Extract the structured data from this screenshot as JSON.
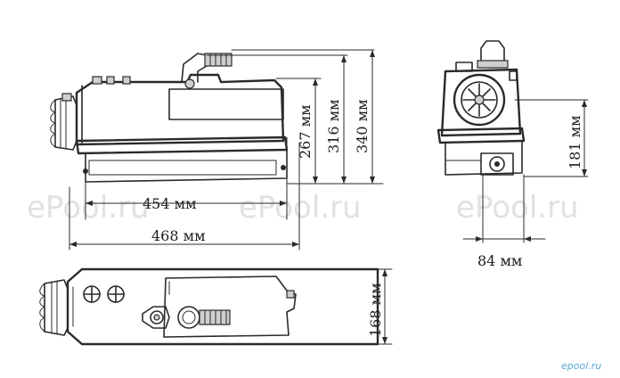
{
  "dimensions": {
    "width_454": "454 мм",
    "width_468": "468 мм",
    "height_267": "267 мм",
    "height_316": "316 мм",
    "height_340": "340 мм",
    "height_181": "181 мм",
    "width_84": "84 мм",
    "depth_168": "168 мм"
  },
  "watermark": {
    "left": "ePool.ru",
    "center": "ePool.ru",
    "right": "ePool.ru"
  },
  "logo": "epool.ru"
}
